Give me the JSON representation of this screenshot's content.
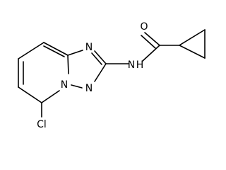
{
  "atoms": [
    {
      "id": "O",
      "label": "O"
    },
    {
      "id": "N1",
      "label": "N"
    },
    {
      "id": "NH",
      "label": "N"
    },
    {
      "id": "H",
      "label": "H"
    },
    {
      "id": "N3",
      "label": "N"
    },
    {
      "id": "N2",
      "label": "N"
    },
    {
      "id": "Cl",
      "label": "Cl"
    }
  ]
}
